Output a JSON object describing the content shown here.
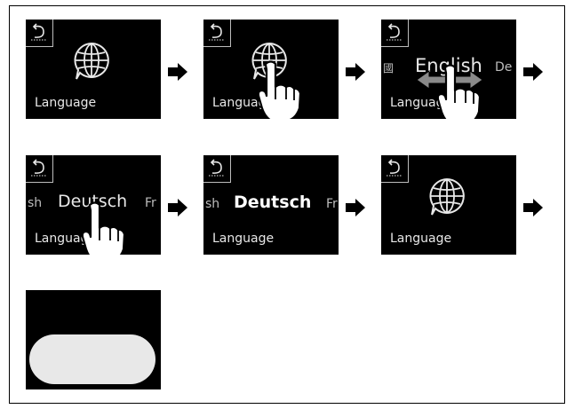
{
  "steps": [
    {
      "language_label": "Language"
    },
    {
      "language_label": "Language"
    },
    {
      "language_label": "Language",
      "current_language": "English",
      "prev_language": "國",
      "next_language": "De"
    },
    {
      "language_label": "Language",
      "current_language": "Deutsch",
      "prev_language": "sh",
      "next_language": "Fr"
    },
    {
      "language_label": "Language",
      "current_language": "Deutsch",
      "prev_language": "sh",
      "next_language": "Fr"
    },
    {
      "language_label": "Language"
    }
  ],
  "colors": {
    "screen": "#000000",
    "text": "#e8e8e8",
    "arrow": "#000000",
    "pill": "#e8e8e8"
  }
}
